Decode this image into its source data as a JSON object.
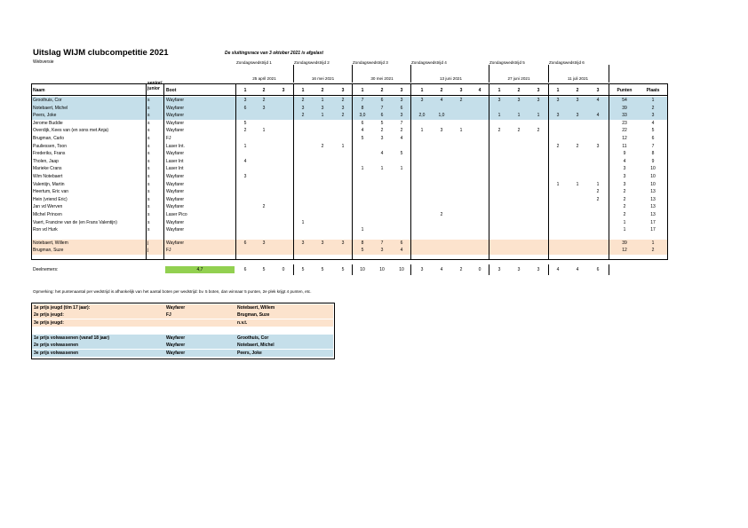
{
  "title": "Uitslag WIJM clubcompetitie 2021",
  "closing_note": "De sluitingsrace van 3 oktober 2021 is afgelast",
  "website_label": "Webversie",
  "races": [
    {
      "label": "Zondagswedstrijd 1",
      "date": "25 april 2021",
      "heats": [
        "1",
        "2",
        "3"
      ]
    },
    {
      "label": "Zondagswedstrijd 2",
      "date": "16 mei 2021",
      "heats": [
        "1",
        "2",
        "3"
      ]
    },
    {
      "label": "Zondagswedstrijd 3",
      "date": "30 mei 2021",
      "heats": [
        "1",
        "2",
        "3"
      ]
    },
    {
      "label": "Zondagswedstrijd 4",
      "date": "13 juni 2021",
      "heats": [
        "1",
        "2",
        "3",
        "4"
      ]
    },
    {
      "label": "Zondagswedstrijd 5",
      "date": "27 juni 2021",
      "heats": [
        "1",
        "2",
        "3"
      ]
    },
    {
      "label": "Zondagswedstrijd 6",
      "date": "11 juli 2021",
      "heats": [
        "1",
        "2",
        "3"
      ]
    }
  ],
  "headers": {
    "naam": "Naam",
    "senior_junior": "senior/ junior",
    "boot": "Boot",
    "punten": "Punten",
    "plaats": "Plaats"
  },
  "rows": [
    {
      "name": "Groothuis, Cor",
      "sj": "s",
      "boot": "Wayfarer",
      "scores": [
        "3",
        "2",
        "",
        "2",
        "1",
        "2",
        "7",
        "6",
        "3",
        "3",
        "4",
        "2",
        "",
        "3",
        "3",
        "3",
        "3",
        "3",
        "4"
      ],
      "punten": "54",
      "plaats": "1",
      "band": "blue"
    },
    {
      "name": "Notebaert, Michel",
      "sj": "s",
      "boot": "Wayfarer",
      "scores": [
        "6",
        "3",
        "",
        "3",
        "3",
        "3",
        "8",
        "7",
        "6",
        "",
        "",
        "",
        "",
        "",
        "",
        "",
        "",
        "",
        ""
      ],
      "punten": "39",
      "plaats": "2",
      "band": "blue"
    },
    {
      "name": "Peers, Joke",
      "sj": "s",
      "boot": "Wayfarer",
      "scores": [
        "",
        "",
        "",
        "2",
        "1",
        "2",
        "3,0",
        "6",
        "3",
        "2,0",
        "1,0",
        "",
        "",
        "1",
        "1",
        "1",
        "3",
        "3",
        "4"
      ],
      "punten": "33",
      "plaats": "3",
      "band": "blue"
    },
    {
      "name": "Jerome Buddie",
      "sj": "s",
      "boot": "Wayfarer",
      "scores": [
        "5",
        "",
        "",
        "",
        "",
        "",
        "6",
        "5",
        "7",
        "",
        "",
        "",
        "",
        "",
        "",
        "",
        "",
        "",
        ""
      ],
      "punten": "23",
      "plaats": "4",
      "band": ""
    },
    {
      "name": "Overdijk, Kees van (en sons met Anja)",
      "sj": "s",
      "boot": "Wayfarer",
      "scores": [
        "2",
        "1",
        "",
        "",
        "",
        "",
        "4",
        "2",
        "2",
        "1",
        "3",
        "1",
        "",
        "2",
        "2",
        "2",
        "",
        "",
        ""
      ],
      "punten": "22",
      "plaats": "5",
      "band": ""
    },
    {
      "name": "Brugman, Carlo",
      "sj": "s",
      "boot": "FJ",
      "scores": [
        "",
        "",
        "",
        "",
        "",
        "",
        "5",
        "3",
        "4",
        "",
        "",
        "",
        "",
        "",
        "",
        "",
        "",
        "",
        ""
      ],
      "punten": "12",
      "plaats": "6",
      "band": ""
    },
    {
      "name": "Pauliessen, Toon",
      "sj": "s",
      "boot": "Laser Int.",
      "scores": [
        "1",
        "",
        "",
        "",
        "2",
        "1",
        "",
        "",
        "",
        "",
        "",
        "",
        "",
        "",
        "",
        "",
        "2",
        "2",
        "3"
      ],
      "punten": "11",
      "plaats": "7",
      "band": ""
    },
    {
      "name": "Frederiks, Frans",
      "sj": "s",
      "boot": "Wayfarer",
      "scores": [
        "",
        "",
        "",
        "",
        "",
        "",
        "",
        "4",
        "5",
        "",
        "",
        "",
        "",
        "",
        "",
        "",
        "",
        "",
        ""
      ],
      "punten": "9",
      "plaats": "8",
      "band": ""
    },
    {
      "name": "Tholen, Jaap",
      "sj": "s",
      "boot": "Laser Int",
      "scores": [
        "4",
        "",
        "",
        "",
        "",
        "",
        "",
        "",
        "",
        "",
        "",
        "",
        "",
        "",
        "",
        "",
        "",
        "",
        ""
      ],
      "punten": "4",
      "plaats": "9",
      "band": ""
    },
    {
      "name": "Marieke Crans",
      "sj": "s",
      "boot": "Laser Int",
      "scores": [
        "",
        "",
        "",
        "",
        "",
        "",
        "1",
        "1",
        "1",
        "",
        "",
        "",
        "",
        "",
        "",
        "",
        "",
        "",
        ""
      ],
      "punten": "3",
      "plaats": "10",
      "band": ""
    },
    {
      "name": "Wim Notebaert",
      "sj": "s",
      "boot": "Wayfarer",
      "scores": [
        "3",
        "",
        "",
        "",
        "",
        "",
        "",
        "",
        "",
        "",
        "",
        "",
        "",
        "",
        "",
        "",
        "",
        "",
        ""
      ],
      "punten": "3",
      "plaats": "10",
      "band": ""
    },
    {
      "name": "Valentijn, Martin",
      "sj": "s",
      "boot": "Wayfarer",
      "scores": [
        "",
        "",
        "",
        "",
        "",
        "",
        "",
        "",
        "",
        "",
        "",
        "",
        "",
        "",
        "",
        "",
        "1",
        "1",
        "1"
      ],
      "punten": "3",
      "plaats": "10",
      "band": ""
    },
    {
      "name": "Heertum, Eric van",
      "sj": "s",
      "boot": "Wayfarer",
      "scores": [
        "",
        "",
        "",
        "",
        "",
        "",
        "",
        "",
        "",
        "",
        "",
        "",
        "",
        "",
        "",
        "",
        "",
        "",
        "2"
      ],
      "punten": "2",
      "plaats": "13",
      "band": ""
    },
    {
      "name": "Hein (vriend Eric)",
      "sj": "s",
      "boot": "Wayfarer",
      "scores": [
        "",
        "",
        "",
        "",
        "",
        "",
        "",
        "",
        "",
        "",
        "",
        "",
        "",
        "",
        "",
        "",
        "",
        "",
        "2"
      ],
      "punten": "2",
      "plaats": "13",
      "band": ""
    },
    {
      "name": "Jan vd Werven",
      "sj": "s",
      "boot": "Wayfarer",
      "scores": [
        "",
        "2",
        "",
        "",
        "",
        "",
        "",
        "",
        "",
        "",
        "",
        "",
        "",
        "",
        "",
        "",
        "",
        "",
        ""
      ],
      "punten": "2",
      "plaats": "13",
      "band": ""
    },
    {
      "name": "Michel Princen",
      "sj": "s",
      "boot": "Laser Pico",
      "scores": [
        "",
        "",
        "",
        "",
        "",
        "",
        "",
        "",
        "",
        "",
        "2",
        "",
        "",
        "",
        "",
        "",
        "",
        "",
        ""
      ],
      "punten": "2",
      "plaats": "13",
      "band": ""
    },
    {
      "name": "Vaert, Francine van de (en Frans Valentijn)",
      "sj": "s",
      "boot": "Wayfarer",
      "scores": [
        "",
        "",
        "",
        "1",
        "",
        "",
        "",
        "",
        "",
        "",
        "",
        "",
        "",
        "",
        "",
        "",
        "",
        "",
        ""
      ],
      "punten": "1",
      "plaats": "17",
      "band": ""
    },
    {
      "name": "Ron vd Hurk",
      "sj": "s",
      "boot": "Wayfarer",
      "scores": [
        "",
        "",
        "",
        "",
        "",
        "",
        "1",
        "",
        "",
        "",
        "",
        "",
        "",
        "",
        "",
        "",
        "",
        "",
        ""
      ],
      "punten": "1",
      "plaats": "17",
      "band": ""
    }
  ],
  "junior_rows": [
    {
      "name": "Notebaert, Willem",
      "sj": "j",
      "boot": "Wayfarer",
      "scores": [
        "6",
        "3",
        "",
        "3",
        "3",
        "3",
        "8",
        "7",
        "6",
        "",
        "",
        "",
        "",
        "",
        "",
        "",
        "",
        "",
        ""
      ],
      "punten": "39",
      "plaats": "1"
    },
    {
      "name": "Brugman, Suze",
      "sj": "j",
      "boot": "FJ",
      "scores": [
        "",
        "",
        "",
        "",
        "",
        "",
        "5",
        "3",
        "4",
        "",
        "",
        "",
        "",
        "",
        "",
        "",
        "",
        "",
        ""
      ],
      "punten": "12",
      "plaats": "2"
    }
  ],
  "deelnemers": {
    "label": "Deelnemers:",
    "average": "4,7",
    "values": [
      "6",
      "5",
      "0",
      "5",
      "5",
      "5",
      "10",
      "10",
      "10",
      "3",
      "4",
      "2",
      "0",
      "3",
      "3",
      "3",
      "4",
      "4",
      "6"
    ]
  },
  "remark": "Opmerking: het puntenaantal per wedstrijd is afhankelijk van het aantal boten per wedstrijd: bv. 5 boten, dan winnaar 5 punten, 2e plek krijgt 4 punten, etc.",
  "prizes_youth": [
    {
      "label": "1e prijs jeugd (t/m 17 jaar):",
      "boot": "Wayfarer",
      "name": "Notebaert, Willem"
    },
    {
      "label": "2e prijs jeugd:",
      "boot": "FJ",
      "name": "Brugman, Suze"
    },
    {
      "label": "3e prijs jeugd:",
      "boot": "",
      "name": "n.v.t."
    }
  ],
  "prizes_adult": [
    {
      "label": "1e prijs volwassenen (vanaf 18 jaar)",
      "boot": "Wayfarer",
      "name": "Groothuis, Cor"
    },
    {
      "label": "2e prijs volwassenen",
      "boot": "Wayfarer",
      "name": "Notebaert, Michel"
    },
    {
      "label": "3e prijs volwassenen",
      "boot": "Wayfarer",
      "name": "Peers, Joke"
    }
  ],
  "colors": {
    "blue_band": "#c5dfea",
    "peach_band": "#fce3cd",
    "green_avg": "#92d050"
  }
}
